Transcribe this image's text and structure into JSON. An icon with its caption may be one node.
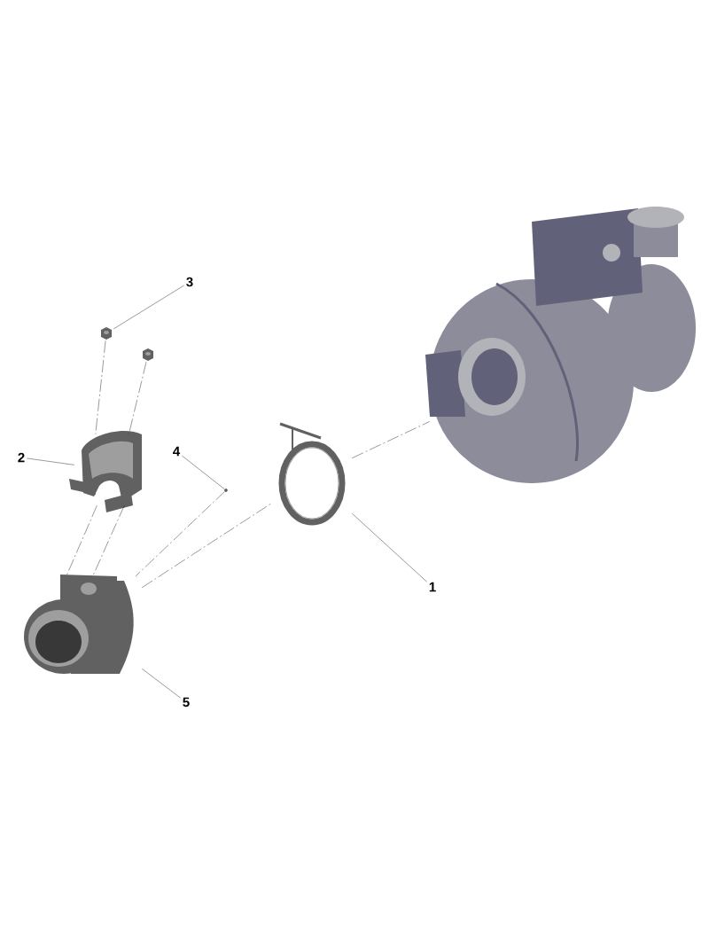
{
  "diagram": {
    "nodes": [
      {
        "text": [
          "3"
        ]
      },
      {
        "text": [],
        "shape": "picture"
      },
      {
        "text": [],
        "shape": "picture"
      },
      {
        "text": [
          "2"
        ]
      },
      {
        "text": [],
        "shape": "picture"
      },
      {
        "text": [
          "4"
        ]
      },
      {
        "text": [],
        "shape": "circle"
      },
      {
        "text": [],
        "shape": "picture"
      },
      {
        "text": [],
        "shape": "picture"
      },
      {
        "text": [
          "1"
        ]
      },
      {
        "text": [],
        "shape": "picture"
      },
      {
        "text": [
          "5"
        ]
      }
    ],
    "edges": [
      {
        "from": 0,
        "to": 1,
        "arrow": "none"
      },
      {
        "from": 3,
        "to": 4,
        "arrow": "none"
      },
      {
        "from": 5,
        "to": 6,
        "arrow": "none"
      },
      {
        "from": 9,
        "to": 7,
        "arrow": "none"
      },
      {
        "from": 11,
        "to": 10,
        "arrow": "none"
      },
      {
        "from": 1,
        "to": 4,
        "arrow": "none",
        "style": "dashed"
      },
      {
        "from": 2,
        "to": 4,
        "arrow": "none",
        "style": "dashed"
      },
      {
        "from": 4,
        "to": 10,
        "arrow": "none",
        "style": "dashed"
      },
      {
        "from": 4,
        "to": 10,
        "arrow": "none",
        "style": "dashed"
      },
      {
        "from": 6,
        "to": 10,
        "arrow": "none",
        "style": "dashed"
      },
      {
        "from": 10,
        "to": 7,
        "arrow": "none",
        "style": "dashed"
      },
      {
        "from": 7,
        "to": 8,
        "arrow": "none",
        "style": "dashed"
      }
    ]
  }
}
